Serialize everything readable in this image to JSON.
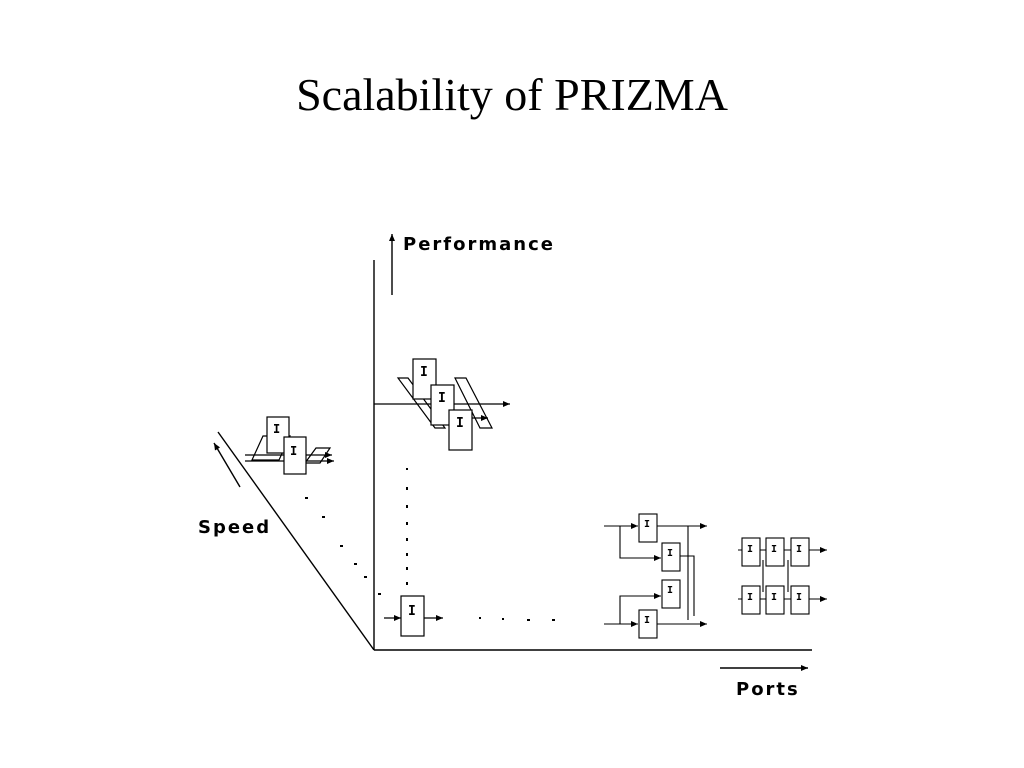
{
  "slide": {
    "title": "Scalability of PRIZMA"
  },
  "axes": {
    "performance_label": "Performance",
    "speed_label": "Speed",
    "ports_label": "Ports"
  },
  "switch_glyph": "I",
  "colors": {
    "background": "#ffffff",
    "ink": "#000000"
  }
}
